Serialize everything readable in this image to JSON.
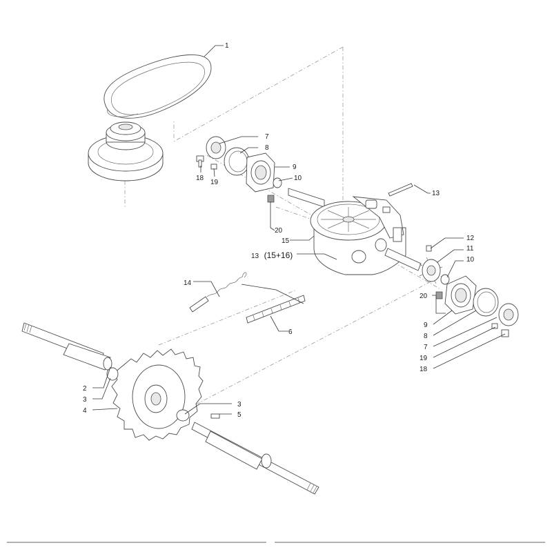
{
  "diagram": {
    "callouts": {
      "c1": "1",
      "c7a": "7",
      "c8a": "8",
      "c9a": "9",
      "c10a": "10",
      "c18a": "18",
      "c19a": "19",
      "c20a": "20",
      "c15": "15",
      "c13a": "13",
      "c13b": "13",
      "c13b_suffix": "(15+16)",
      "c12": "12",
      "c11": "11",
      "c10b": "10",
      "c14": "14",
      "c20b": "20",
      "c9b": "9",
      "c8b": "8",
      "c7b": "7",
      "c19b": "19",
      "c18b": "18",
      "c6": "6",
      "c2": "2",
      "c3a": "3",
      "c4": "4",
      "c3b": "3",
      "c5": "5"
    },
    "colors": {
      "line": "#4a4a4a",
      "leader": "#333333",
      "background": "#ffffff"
    }
  }
}
